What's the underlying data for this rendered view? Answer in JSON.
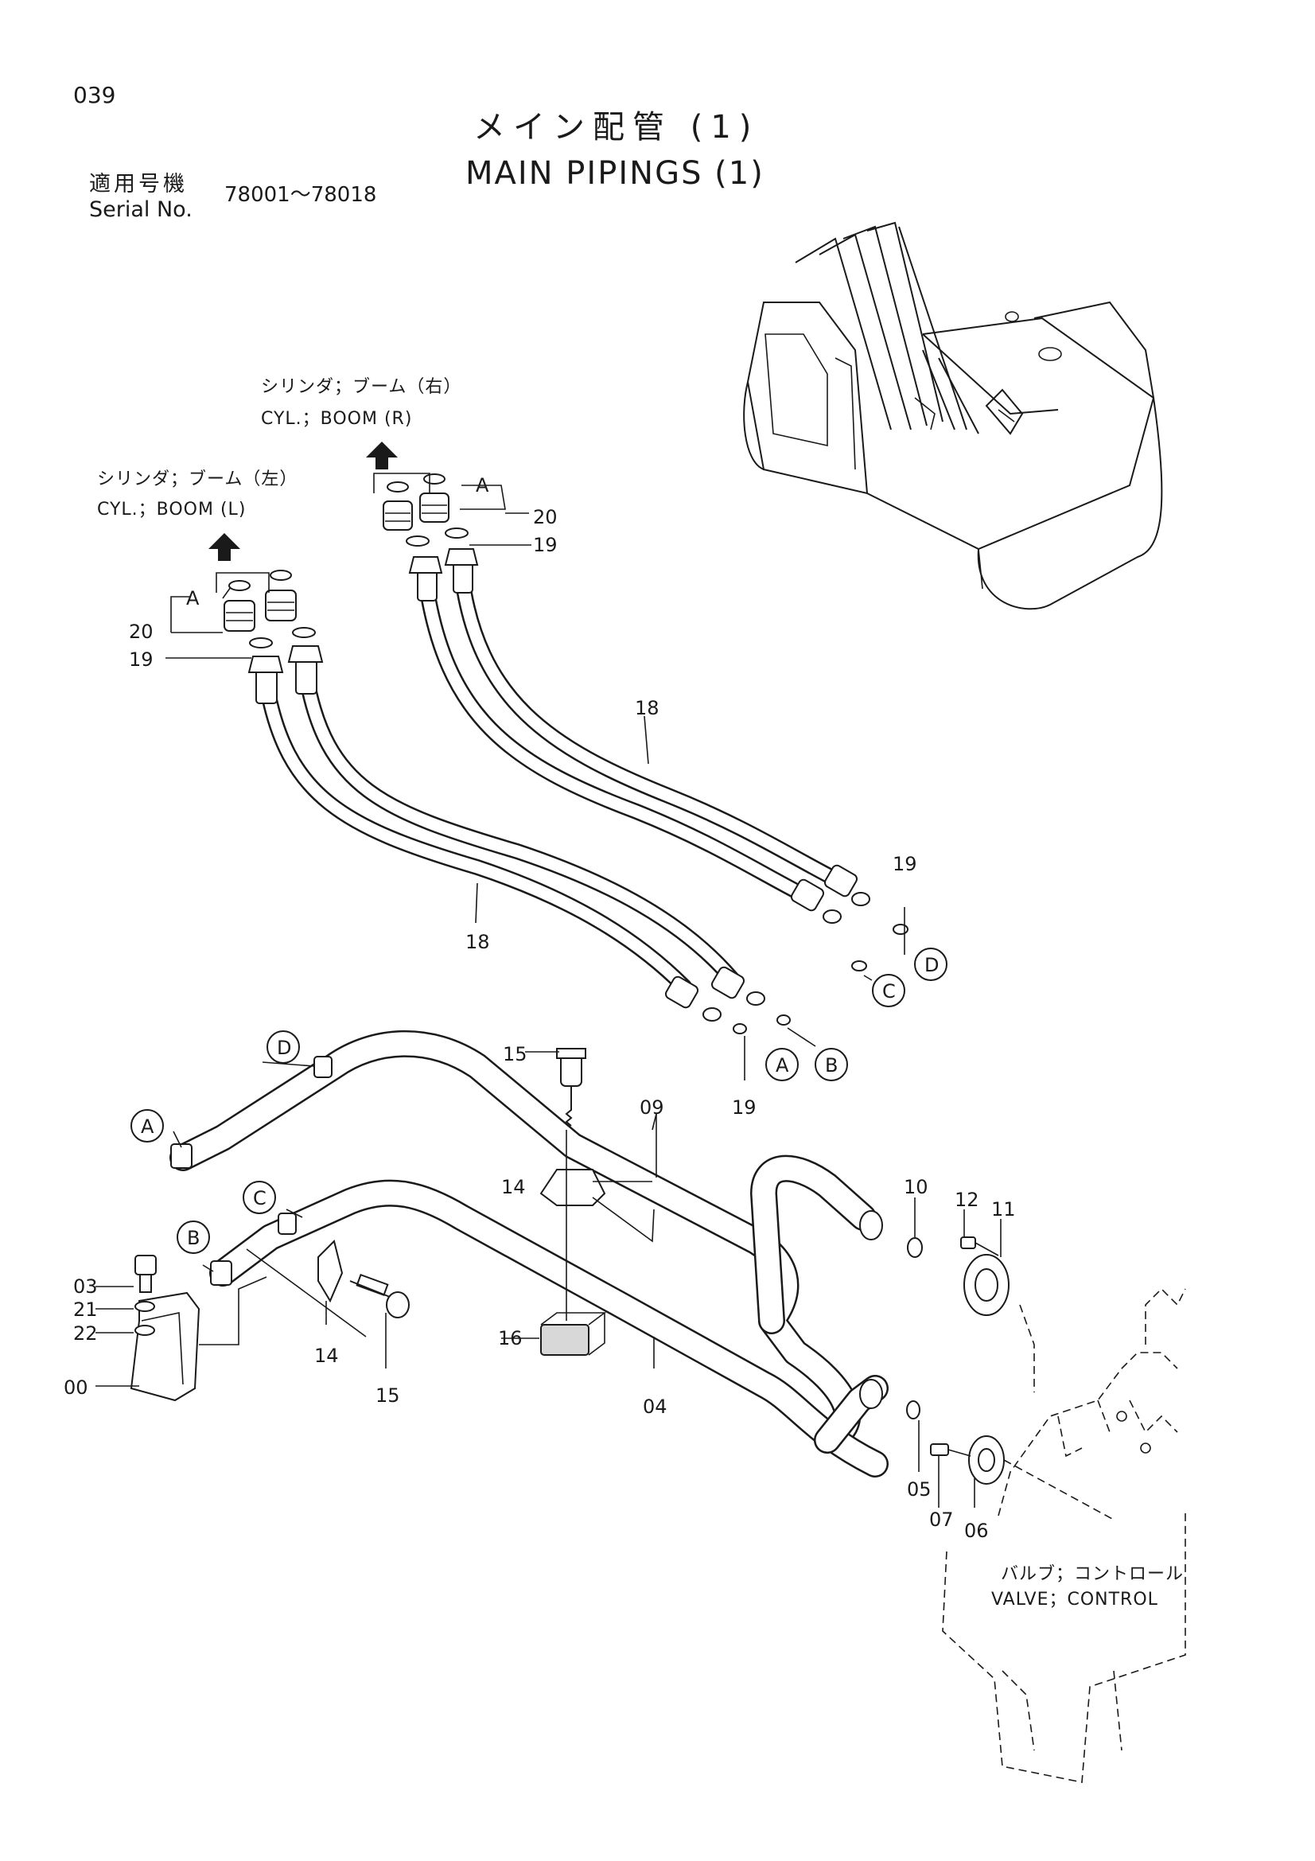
{
  "page_number": "039",
  "title_jp": "メイン配管 (1)",
  "title_en": "MAIN PIPINGS (1)",
  "serial": {
    "label_jp": "適用号機",
    "label_en": "Serial No.",
    "range": "78001～78018"
  },
  "callouts": {
    "cyl_boom_r_jp": "シリンダ；ブーム（右）",
    "cyl_boom_r_en": "CYL.；BOOM (R)",
    "cyl_boom_l_jp": "シリンダ；ブーム（左）",
    "cyl_boom_l_en": "CYL.；BOOM (L)",
    "valve_control_jp": "バルブ；コントロール",
    "valve_control_en": "VALVE；CONTROL"
  },
  "part_numbers": {
    "p18": "18",
    "p19": "19",
    "p20": "20",
    "p15": "15",
    "p09": "09",
    "p10": "10",
    "p12": "12",
    "p11": "11",
    "p14": "14",
    "p16": "16",
    "p03": "03",
    "p21": "21",
    "p22": "22",
    "p00": "00",
    "p04": "04",
    "p05": "05",
    "p07": "07",
    "p06": "06"
  },
  "connection_labels": {
    "A": "A",
    "B": "B",
    "C": "C",
    "D": "D"
  }
}
